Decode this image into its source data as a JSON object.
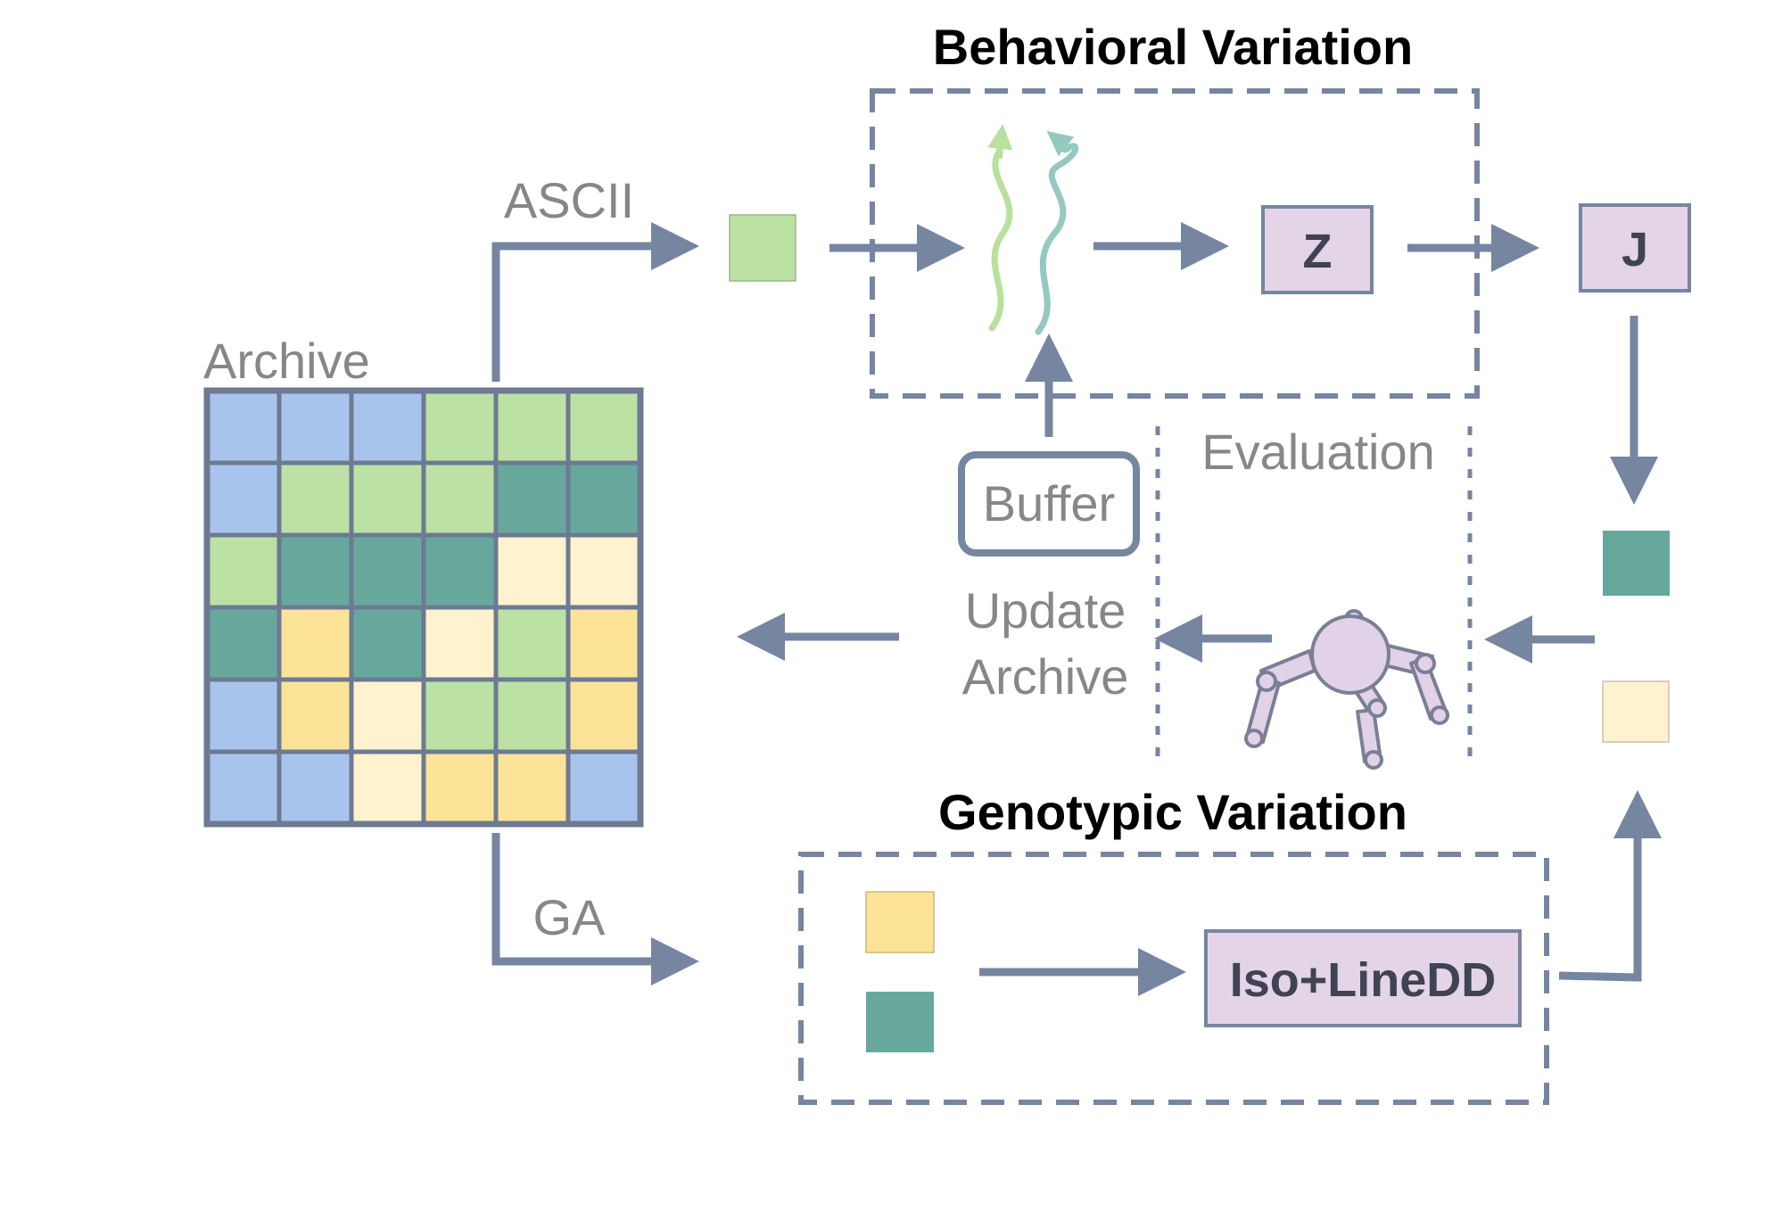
{
  "labels": {
    "behavioral_variation": "Behavioral Variation",
    "genotypic_variation": "Genotypic Variation",
    "archive": "Archive",
    "ascii": "ASCII",
    "ga": "GA",
    "z_box": "Z",
    "j_box": "J",
    "buffer": "Buffer",
    "evaluation": "Evaluation",
    "update_archive_line1": "Update",
    "update_archive_line2": "Archive",
    "iso_linedd": "Iso+LineDD"
  },
  "colors": {
    "arrow": "#7685a0",
    "box_fill": "#e4d4e8",
    "box_stroke": "#7685a0",
    "blue": "#a9c4ec",
    "light_green": "#bbe1a4",
    "teal": "#66a99c",
    "yellow": "#fde398",
    "cream": "#fff2cf",
    "grid_border": "#6d7a92",
    "wave_green": "#b8e09e",
    "wave_teal": "#95c9c0"
  },
  "archive_grid": [
    [
      "blue",
      "blue",
      "blue",
      "light_green",
      "light_green",
      "light_green"
    ],
    [
      "blue",
      "light_green",
      "light_green",
      "light_green",
      "teal",
      "teal"
    ],
    [
      "light_green",
      "teal",
      "teal",
      "teal",
      "cream",
      "cream"
    ],
    [
      "teal",
      "yellow",
      "teal",
      "cream",
      "light_green",
      "yellow"
    ],
    [
      "blue",
      "yellow",
      "cream",
      "light_green",
      "light_green",
      "yellow"
    ],
    [
      "blue",
      "blue",
      "cream",
      "yellow",
      "yellow",
      "blue"
    ]
  ],
  "icons": {
    "waves": "trajectory-waves-icon",
    "robot": "quadruped-robot-icon"
  }
}
